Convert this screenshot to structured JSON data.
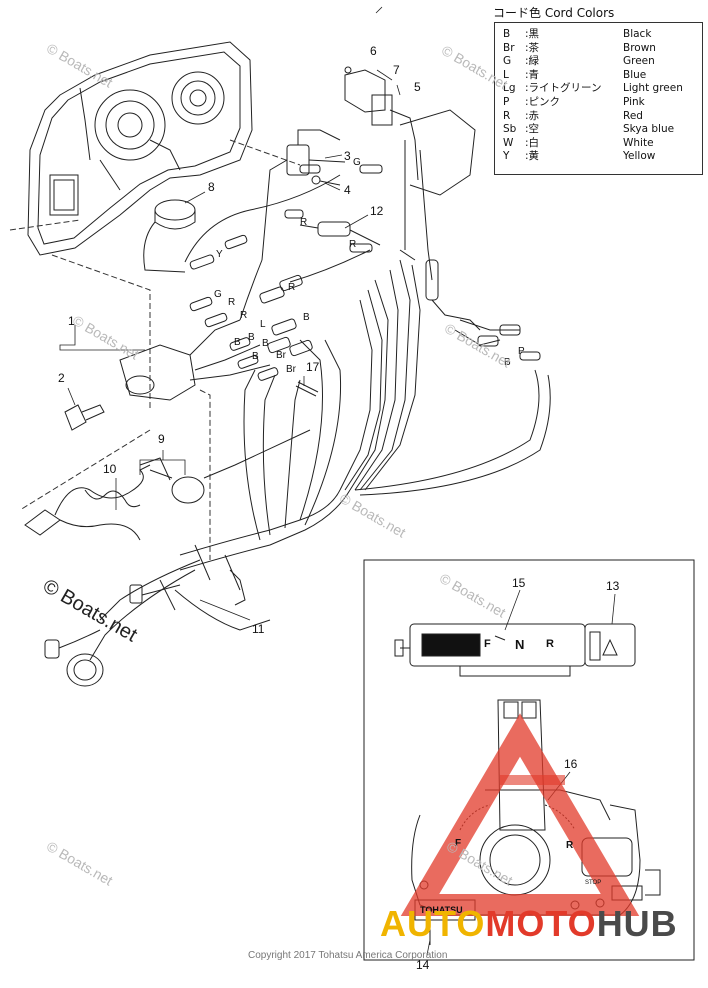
{
  "legend": {
    "title": "コード色 Cord Colors",
    "rows": [
      {
        "code": "B",
        "jp": ":黒",
        "en": "Black"
      },
      {
        "code": "Br",
        "jp": ":茶",
        "en": "Brown"
      },
      {
        "code": "G",
        "jp": ":緑",
        "en": "Green"
      },
      {
        "code": "L",
        "jp": ":青",
        "en": "Blue"
      },
      {
        "code": "Lg",
        "jp": ":ライトグリーン",
        "en": "Light green"
      },
      {
        "code": "P",
        "jp": ":ピンク",
        "en": "Pink"
      },
      {
        "code": "R",
        "jp": ":赤",
        "en": "Red"
      },
      {
        "code": "Sb",
        "jp": ":空",
        "en": "Skya blue"
      },
      {
        "code": "W",
        "jp": ":白",
        "en": "White"
      },
      {
        "code": "Y",
        "jp": ":黄",
        "en": "Yellow"
      }
    ]
  },
  "callouts": [
    "1",
    "2",
    "3",
    "4",
    "5",
    "6",
    "7",
    "8",
    "9",
    "10",
    "11",
    "12",
    "13",
    "14",
    "15",
    "16",
    "17"
  ],
  "wire_labels": [
    "G",
    "R",
    "R",
    "Y",
    "G",
    "R",
    "R",
    "R",
    "L",
    "B",
    "B",
    "B",
    "Br",
    "Br",
    "B",
    "P",
    "B",
    "B"
  ],
  "panel": {
    "f": "F",
    "n": "N",
    "r": "R",
    "lever_f": "F",
    "lever_r": "R",
    "brand_plate": "TOHATSU",
    "stop_text": "STOP"
  },
  "watermarks": [
    "© Boats.net",
    "© Boats.net",
    "© Boats.net",
    "© Boats.net",
    "© Boats.net",
    "© Boats.net",
    "© Boats.net",
    "© Boats.net"
  ],
  "big_watermark": "© Boats.net",
  "copyright": "Copyright 2017 Tohatsu America Corporation",
  "brand": {
    "auto": "AUTO",
    "moto": "MOTO",
    "hub": "HUB"
  },
  "colors": {
    "brand_yellow": "#f0b400",
    "brand_red": "#e23a2a",
    "brand_gray": "#4a4a4a",
    "line": "#222222"
  }
}
